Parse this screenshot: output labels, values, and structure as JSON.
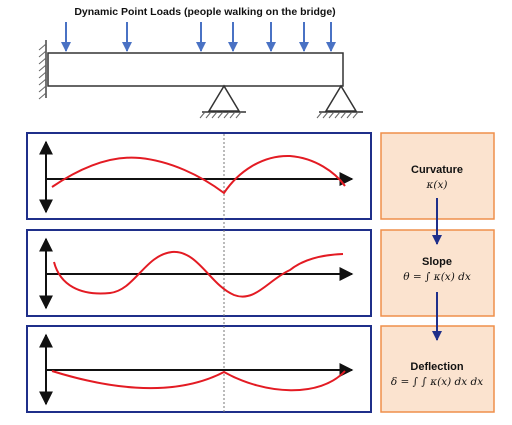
{
  "title": "Dynamic Point Loads (people walking on the bridge)",
  "colors": {
    "load_arrow": "#4a72c4",
    "plot_border": "#1f2f8a",
    "curve": "#e31b23",
    "box_fill": "#fbe3cf",
    "box_border": "#ef8f4a",
    "flow_arrow": "#1f2f8a",
    "beam": "#333333"
  },
  "boxes": [
    {
      "title": "Curvature",
      "formula": "κ(x)"
    },
    {
      "title": "Slope",
      "formula": "θ = ∫ κ(x) dx"
    },
    {
      "title": "Deflection",
      "formula": "δ = ∫ ∫ κ(x) dx dx"
    }
  ]
}
